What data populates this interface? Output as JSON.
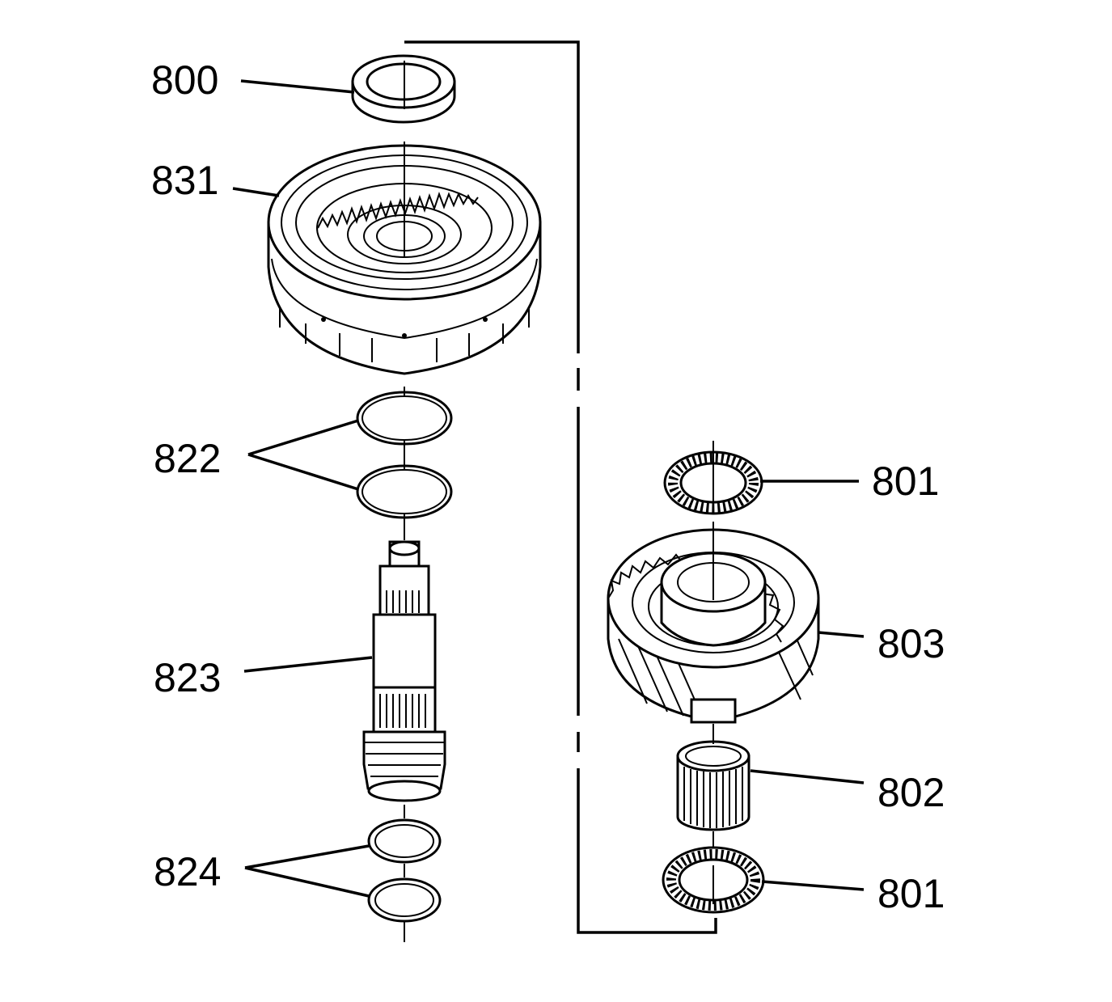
{
  "colors": {
    "ink": "#000000",
    "background": "#ffffff"
  },
  "callouts": [
    {
      "id": "800"
    },
    {
      "id": "831"
    },
    {
      "id": "822"
    },
    {
      "id": "823"
    },
    {
      "id": "824"
    },
    {
      "id": "801"
    },
    {
      "id": "803"
    },
    {
      "id": "802"
    },
    {
      "id": "801"
    }
  ]
}
